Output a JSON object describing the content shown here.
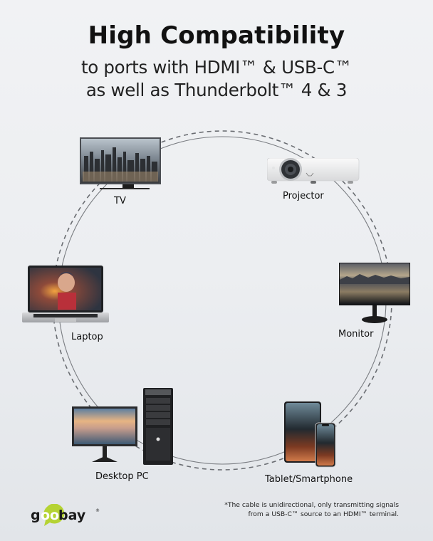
{
  "header": {
    "title": "High Compatibility",
    "subtitle_line1": "to ports with HDMI™ & USB-C™",
    "subtitle_line2": "as well as Thunderbolt™ 4 & 3"
  },
  "devices": [
    {
      "label": "TV",
      "icon": "tv-icon"
    },
    {
      "label": "Projector",
      "icon": "projector-icon"
    },
    {
      "label": "Laptop",
      "icon": "laptop-icon"
    },
    {
      "label": "Monitor",
      "icon": "monitor-icon"
    },
    {
      "label": "Desktop PC",
      "icon": "desktop-pc-icon"
    },
    {
      "label": "Tablet/Smartphone",
      "icon": "tablet-smartphone-icon"
    }
  ],
  "footnote": {
    "line1": "*The cable is unidirectional, only transmitting signals",
    "line2": "from a USB-C™ source to an HDMI™ terminal."
  },
  "brand": {
    "name": "goobay",
    "accent_color": "#b5d334",
    "trademark": "®"
  }
}
